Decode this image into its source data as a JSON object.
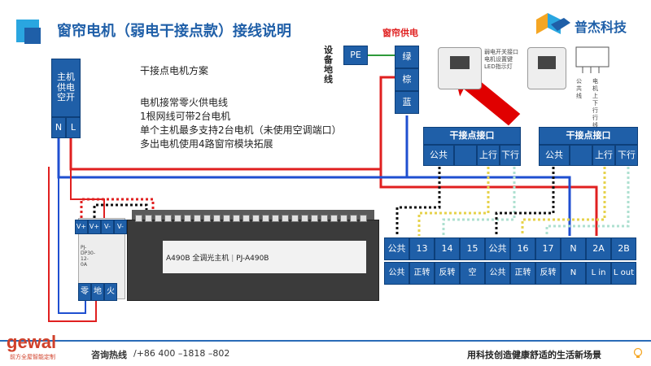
{
  "header": {
    "title": "窗帘电机（弱电干接点款）接线说明",
    "logo_text": "普杰科技",
    "logo_colors": [
      "#f5a623",
      "#2aa6e0",
      "#1f5fa8"
    ]
  },
  "labels": {
    "window_power": "窗帘供电",
    "ground_wire": "设备地线",
    "pe": "PE",
    "main_power": "主机供电空开",
    "n": "N",
    "l": "L",
    "green": "绿",
    "brown": "棕",
    "blue": "蓝"
  },
  "description": {
    "heading": "干接点电机方案",
    "lines": [
      "电机接常零火供电线",
      "1根网线可带2台电机",
      "单个主机最多支持2台电机（未使用空调端口）",
      "多出电机使用4路窗帘模块拓展"
    ]
  },
  "dry_contact": [
    {
      "title": "干接点接口",
      "common": "公共",
      "up": "上行",
      "down": "下行"
    },
    {
      "title": "干接点接口",
      "common": "公共",
      "up": "上行",
      "down": "下行"
    }
  ],
  "motor_labels": {
    "switch_port": "弱电开关接口",
    "set_button": "电机设置键",
    "led": "LED指示灯",
    "side": "公共线",
    "side2": "电机上下行行线"
  },
  "terminals_top": [
    "公共",
    "13",
    "14",
    "15",
    "公共",
    "16",
    "17",
    "N",
    "2A",
    "2B"
  ],
  "terminals_bottom": [
    "公共",
    "正转",
    "反转",
    "空",
    "公共",
    "正转",
    "反转",
    "N",
    "L in",
    "L out"
  ],
  "psu": {
    "terms": [
      "V+",
      "V+",
      "V-",
      "V-"
    ],
    "bottom": [
      "零",
      "地",
      "火"
    ],
    "model": "PJ-DP30-12-0A"
  },
  "module": {
    "name": "A490B 全调光主机",
    "model": "PJ-A490B"
  },
  "footer": {
    "brand": "gewal",
    "brand_sub": "前方全屋智能定制",
    "hotline_label": "咨询热线",
    "hotline": "/+86 400 –1818 –802",
    "slogan": "用科技创造健康舒适的生活新场景"
  },
  "colors": {
    "blue_box": "#1f5fa8",
    "wire_red": "#e02020",
    "wire_blue": "#1f4fd0",
    "wire_green": "#2e9a3a",
    "arrow": "#e00000"
  }
}
